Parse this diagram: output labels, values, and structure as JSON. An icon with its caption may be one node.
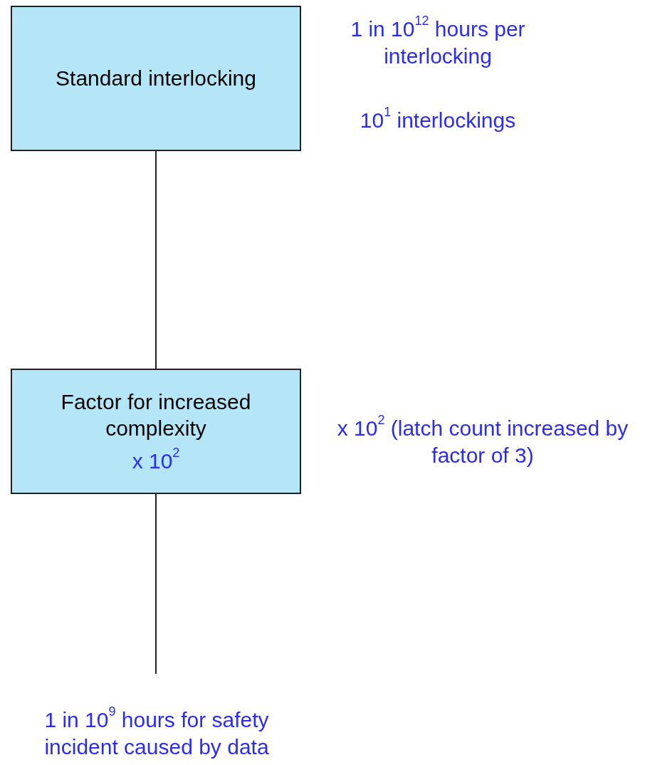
{
  "diagram": {
    "nodes": [
      {
        "text": [
          "Standard interlocking"
        ],
        "beside": [
          "1 in 10$^{12}$ hours per interlocking",
          "10$^{1}$  interlockings"
        ]
      },
      {
        "text": [
          "Factor for increased complexity",
          "x 10$^{2}$"
        ],
        "beside": [
          "x 10$^{2}$ (latch count increased by factor of 3)"
        ]
      },
      {
        "text": [
          "1 in 10$^{9}$ hours for safety incident caused by data"
        ]
      }
    ],
    "edges": [
      {
        "from": 0,
        "to": 1,
        "arrow": "none"
      },
      {
        "from": 1,
        "to": 2,
        "arrow": "none"
      }
    ]
  }
}
